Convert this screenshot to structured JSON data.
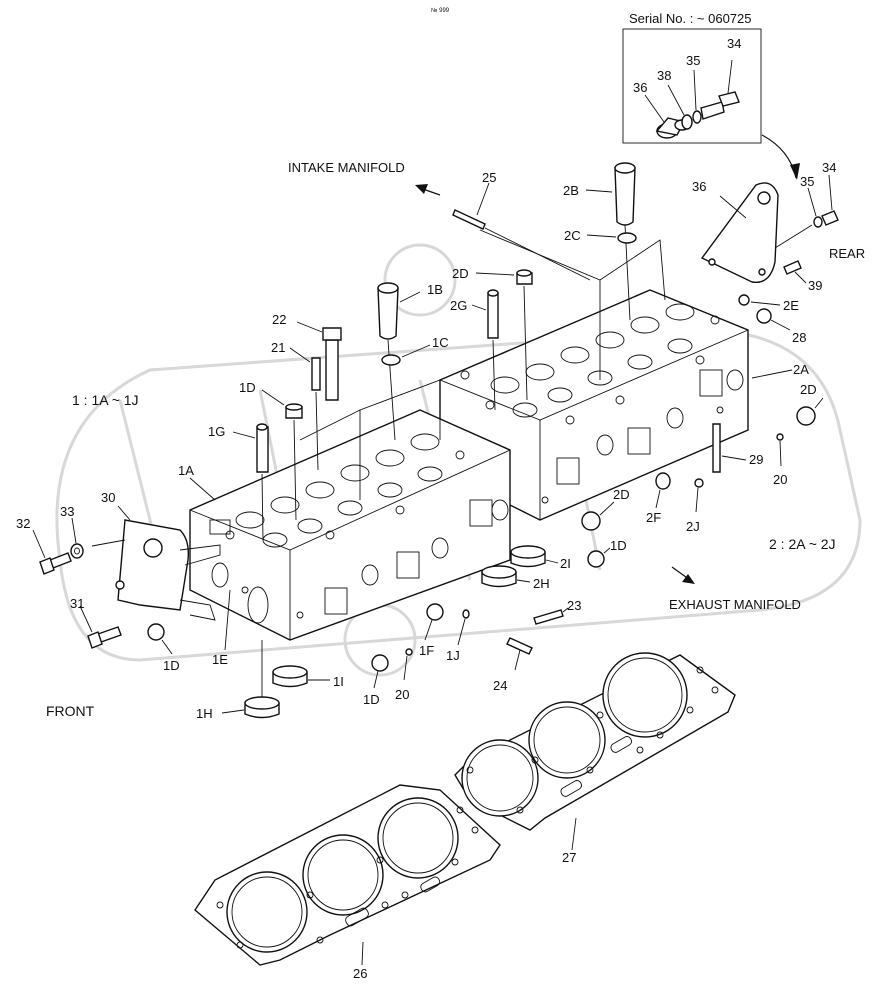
{
  "header_mark": "№ 999",
  "serial_box": {
    "title": "Serial No. : ~ 060725"
  },
  "directions": {
    "intake": "INTAKE MANIFOLD",
    "exhaust": "EXHAUST MANIFOLD",
    "rear": "REAR",
    "front": "FRONT"
  },
  "groups": {
    "group1": "1 : 1A ~ 1J",
    "group2": "2 : 2A ~ 2J"
  },
  "callouts": {
    "c34a": "34",
    "c35a": "35",
    "c38": "38",
    "c36a": "36",
    "c34b": "34",
    "c35b": "35",
    "c36b": "36",
    "c39": "39",
    "c25": "25",
    "c2B": "2B",
    "c2C": "2C",
    "c2D_top": "2D",
    "c2G": "2G",
    "c2E": "2E",
    "c28": "28",
    "c2A": "2A",
    "c2D_right": "2D",
    "c29": "29",
    "c20_right": "20",
    "c1B": "1B",
    "c1C": "1C",
    "c22": "22",
    "c21": "21",
    "c1D_top": "1D",
    "c1G": "1G",
    "c1A": "1A",
    "c30": "30",
    "c33": "33",
    "c32": "32",
    "c31": "31",
    "c1D_left": "1D",
    "c1E": "1E",
    "c2D_mid": "2D",
    "c2F": "2F",
    "c2J": "2J",
    "c1D_mid": "1D",
    "c2I": "2I",
    "c2H": "2H",
    "c23": "23",
    "c1F": "1F",
    "c1J": "1J",
    "c24": "24",
    "c20_mid": "20",
    "c1D_low": "1D",
    "c1I": "1I",
    "c1H": "1H",
    "c26": "26",
    "c27": "27"
  }
}
